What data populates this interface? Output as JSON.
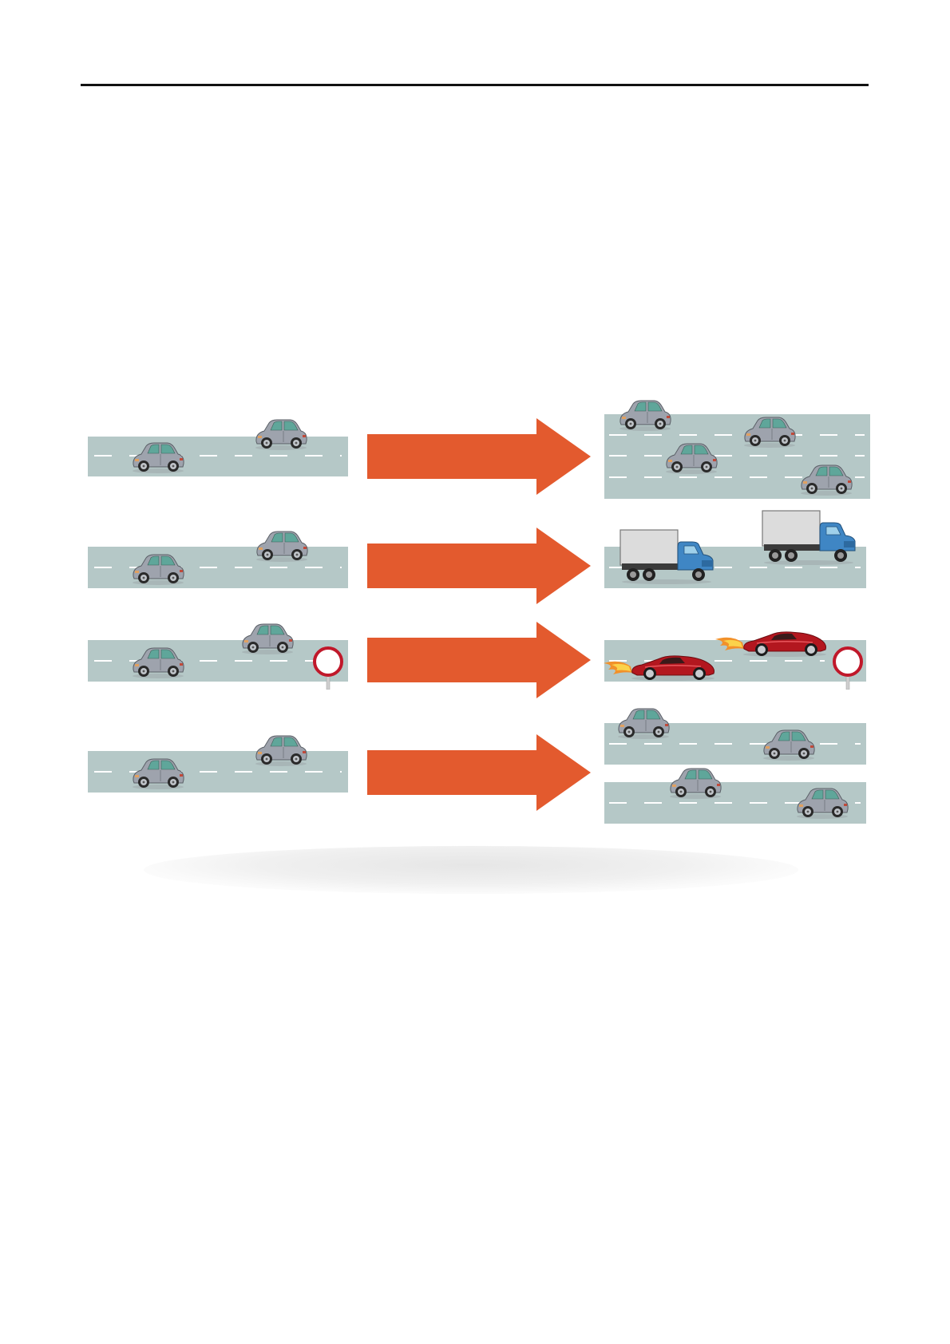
{
  "colors": {
    "road": "#b5c8c7",
    "lane_marking": "#ffffff",
    "arrow": "#e35a2e",
    "car_body": "#9ea3ad",
    "car_window": "#5fa69a",
    "sports_car": "#b3171f",
    "truck_cab": "#3f86c4",
    "truck_box": "#dcdcdc",
    "sign_ring": "#c0182a"
  },
  "rows": [
    {
      "before": "two-car-road",
      "after": "four-lane-road-with-cars",
      "transition_icon": "arrow-right-icon"
    },
    {
      "before": "two-car-road",
      "after": "road-with-trucks",
      "transition_icon": "arrow-right-icon"
    },
    {
      "before": "two-car-road-with-sign",
      "after": "road-with-sports-cars-and-sign",
      "transition_icon": "arrow-right-icon"
    },
    {
      "before": "two-car-road",
      "after": "two-separate-roads-with-cars",
      "transition_icon": "arrow-right-icon"
    }
  ]
}
